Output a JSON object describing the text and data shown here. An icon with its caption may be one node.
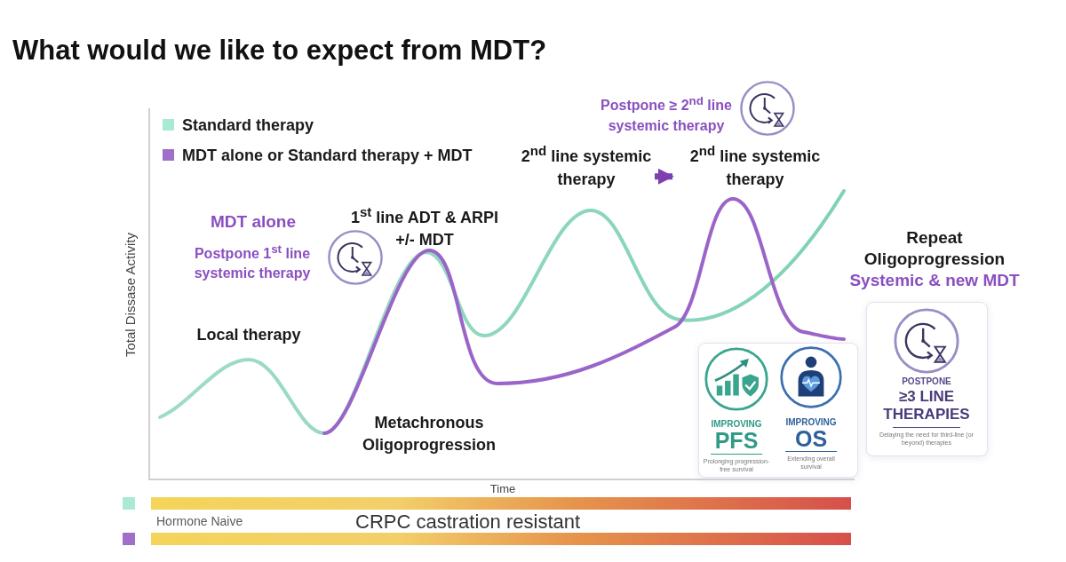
{
  "diagram": {
    "title": "What would we like to expect from MDT?",
    "nodes": [
      {
        "text": [
          "2$^{nd}$ line systemic therapy"
        ]
      },
      {
        "text": [
          "2$^{nd}$ line systemic therapy"
        ]
      }
    ],
    "edges": [
      {
        "from": 0,
        "to": 1,
        "arrow": "to"
      }
    ],
    "labels": [
      "Postpone ≥ 2$^{nd}$ line systemic therapy",
      "MDT alone",
      "1$^{st}$ line ADT & ARPI +/- MDT",
      "Postpone 1$^{st}$ line systemic therapy",
      "Repeat Oligoprogression",
      "Systemic & new MDT",
      "Total Dissase Activity",
      "Local therapy",
      "IMPROVING",
      "PFS",
      "Prolonging progression-free survival",
      "IMPROVING",
      "OS",
      "Extending overall survival",
      "POSTPONE",
      "≥3 LINE THERAPIES",
      "Delaying the need for third-line (or beyond) therapies",
      "Metachronous Oligoprogression",
      "Time",
      "Hormone Naive",
      "CRPC castration resistant"
    ],
    "legend": [
      {
        "text": "Standard therapy",
        "color": "#a8ead2"
      },
      {
        "text": "MDT alone or Standard therapy + MDT",
        "color": "#a070c8"
      }
    ]
  }
}
